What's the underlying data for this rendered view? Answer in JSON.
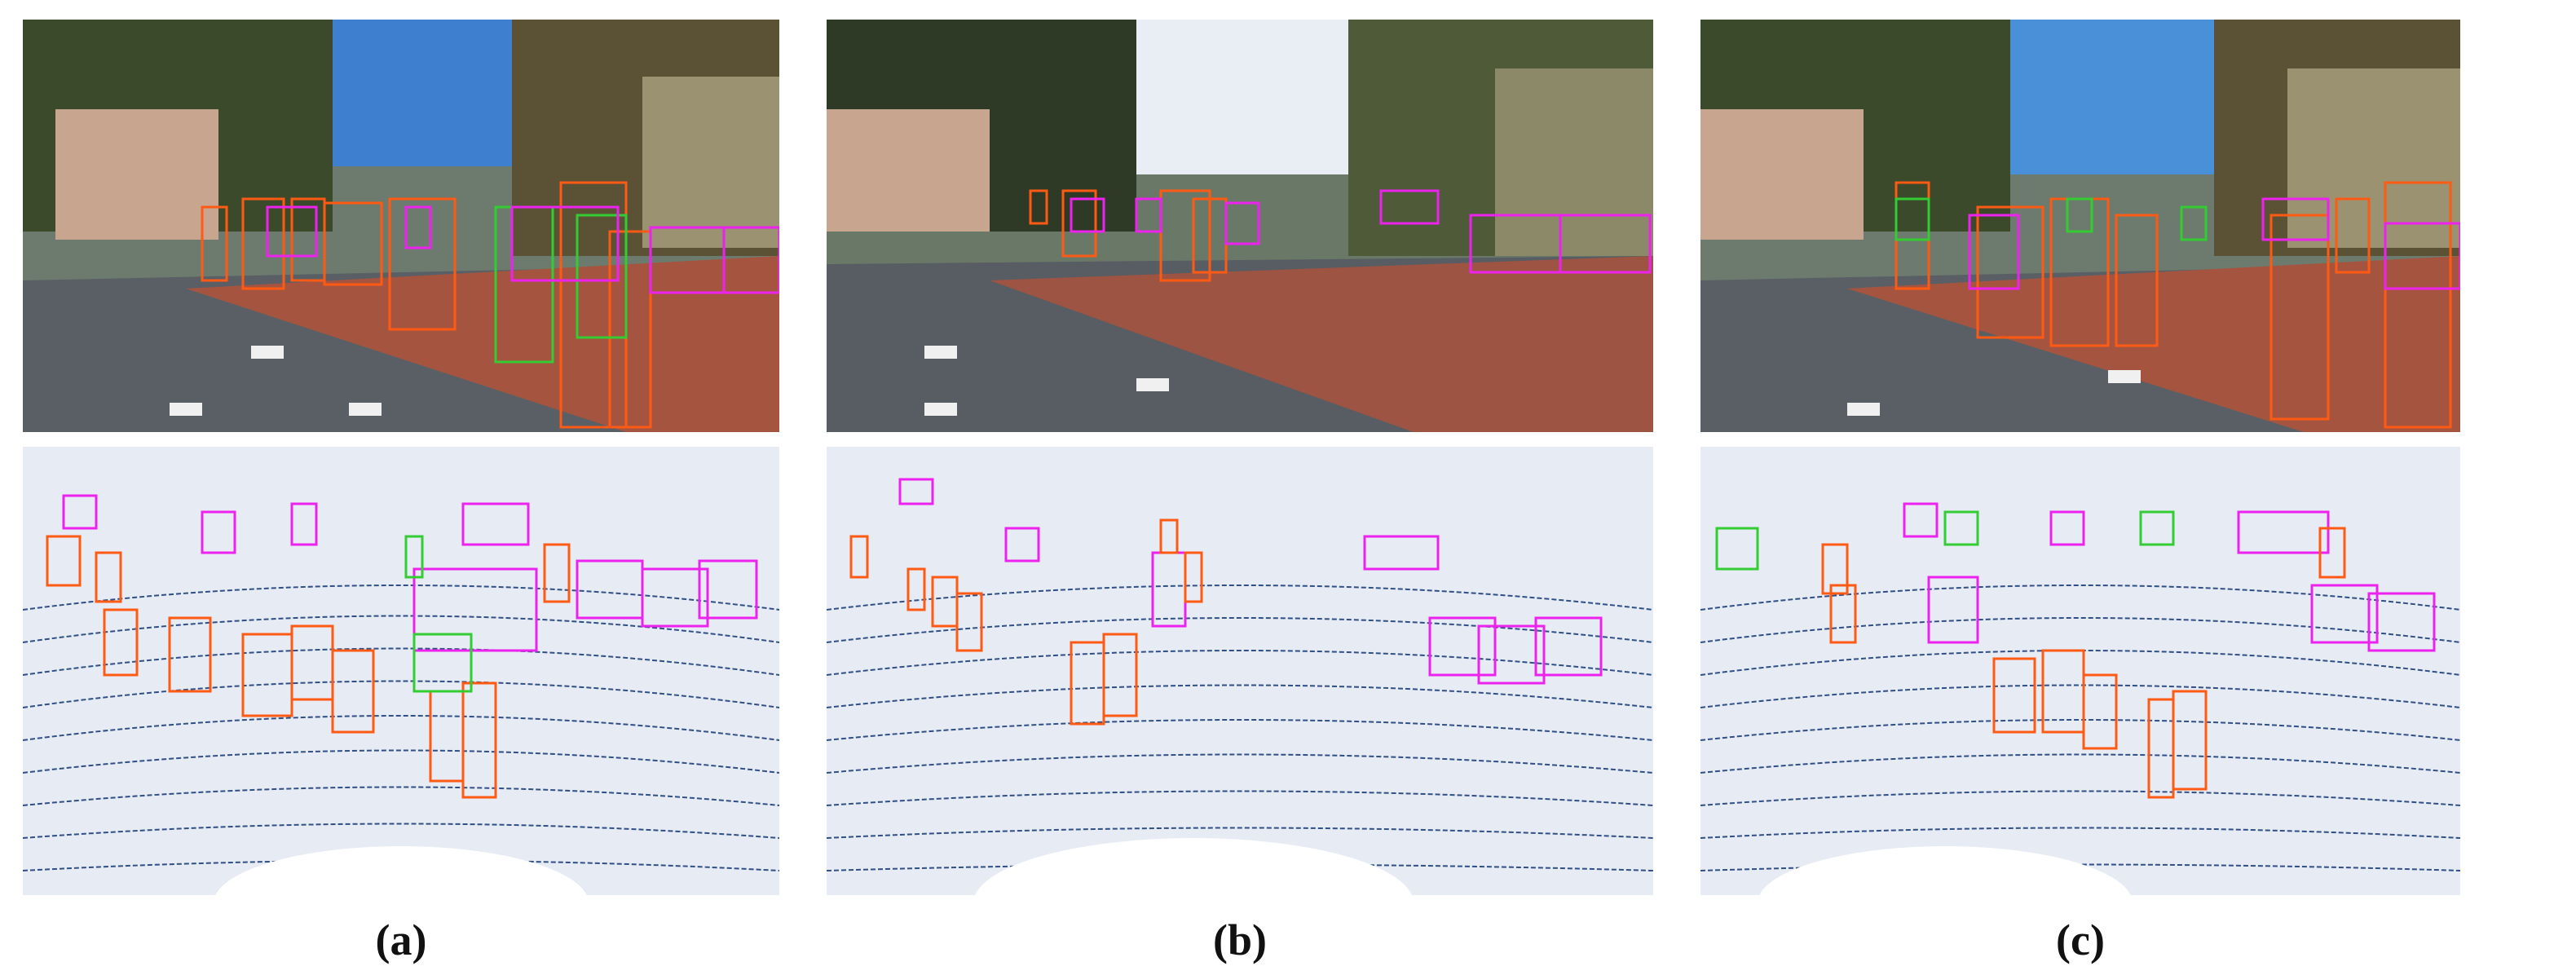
{
  "figure": {
    "panels": [
      {
        "id": "a",
        "label": "(a)"
      },
      {
        "id": "b",
        "label": "(b)"
      },
      {
        "id": "c",
        "label": "(c)"
      }
    ]
  },
  "colors": {
    "orange_box": "#ff5a14",
    "magenta_box": "#ee22ee",
    "green_box": "#33cc33",
    "lidar_bg": "#e7ebf3",
    "lidar_points": "#2f4f86"
  }
}
